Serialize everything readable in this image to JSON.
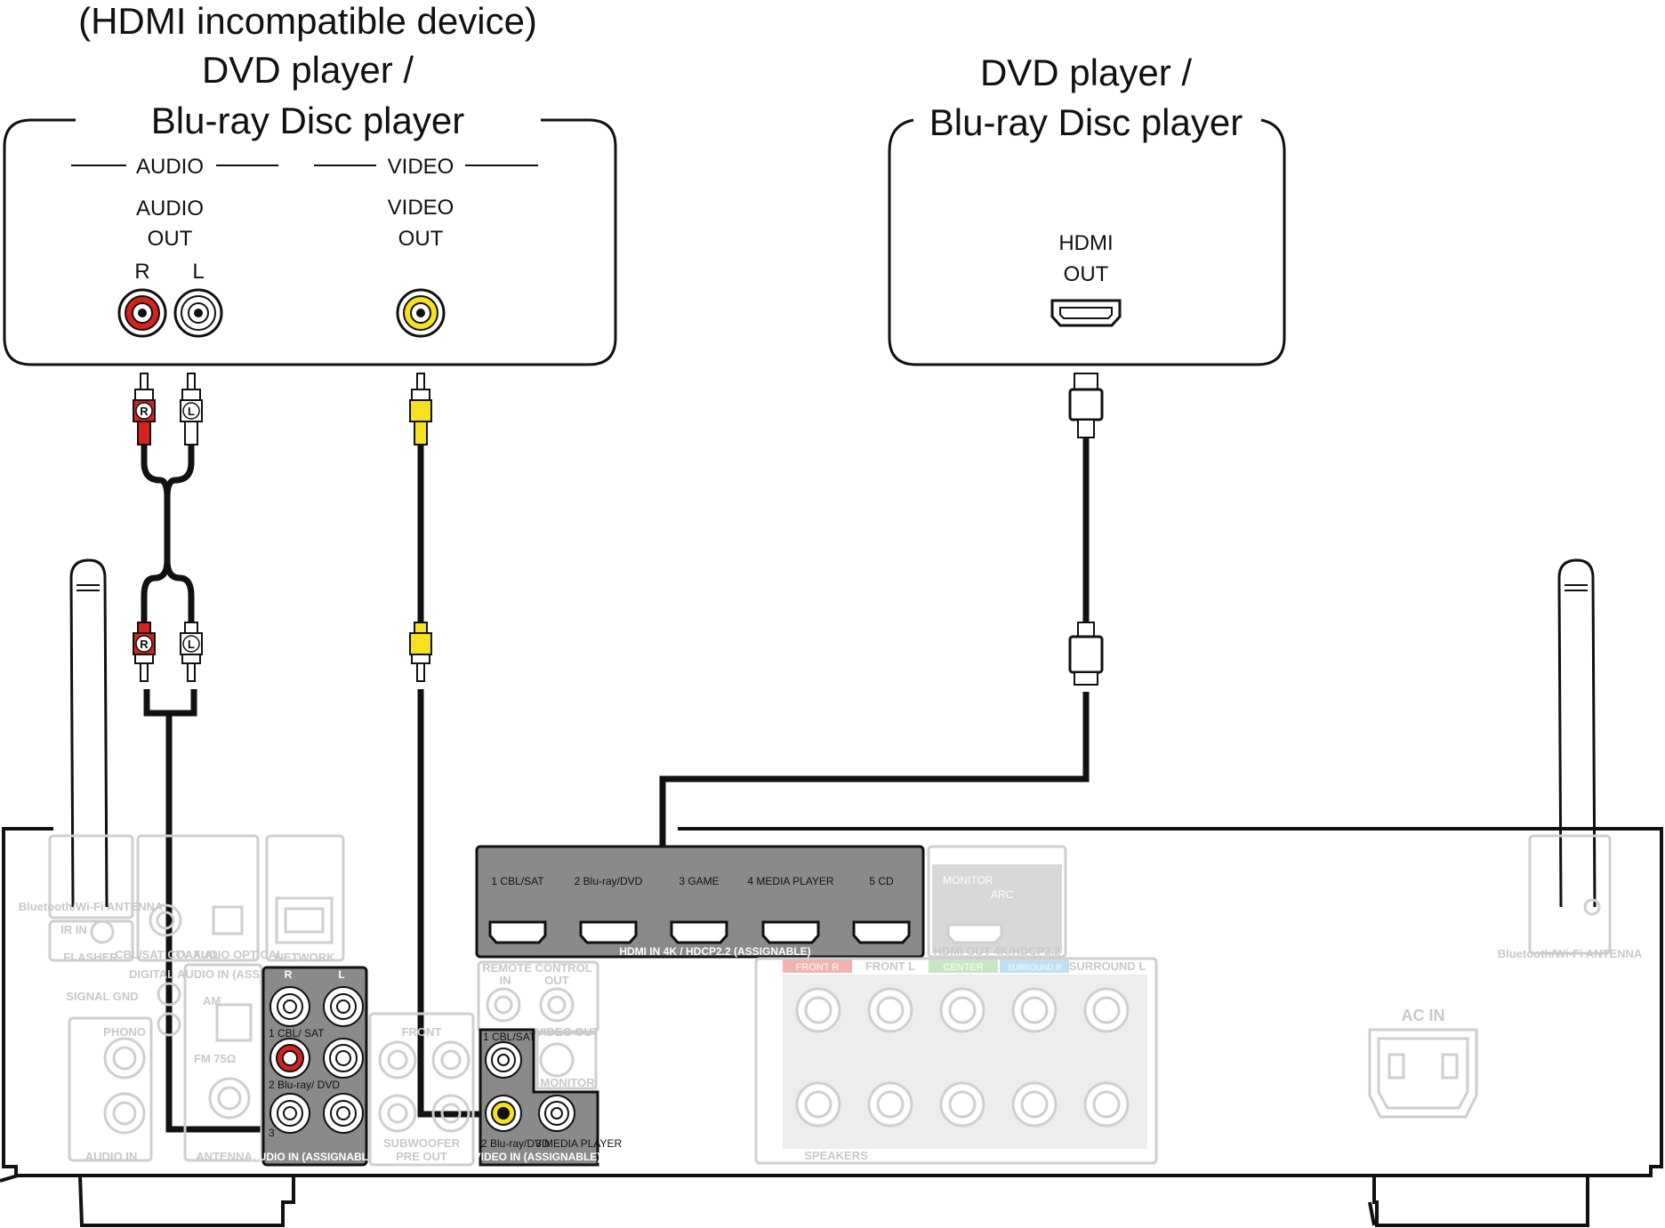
{
  "left_device": {
    "title_line1": "(HDMI incompatible device)",
    "title_line2": "DVD player /",
    "title_line3": "Blu-ray Disc player",
    "audio_group": "AUDIO",
    "video_group": "VIDEO",
    "audio_out_line1": "AUDIO",
    "audio_out_line2": "OUT",
    "video_out_line1": "VIDEO",
    "video_out_line2": "OUT",
    "r_label": "R",
    "l_label": "L"
  },
  "right_device": {
    "title_line1": "DVD player /",
    "title_line2": "Blu-ray Disc player",
    "hdmi_line1": "HDMI",
    "hdmi_line2": "OUT"
  },
  "plugs": {
    "r": "R",
    "l": "L"
  },
  "receiver": {
    "bt_antenna_left": "Bluetooth/Wi-Fi ANTENNA",
    "ir_in": "IR IN",
    "flasher": "FLASHER",
    "coaxial": "CBL/SAT COAXIAL",
    "optical": "TV AUDIO OPTICAL",
    "network": "NETWORK",
    "digital_audio_in": "DIGITAL AUDIO IN (ASSIGNABLE)",
    "am": "AM",
    "fm": "FM 75Ω",
    "signal_gnd": "SIGNAL GND",
    "phono": "PHONO",
    "audio_in": "AUDIO IN",
    "antenna": "ANTENNA",
    "audio_in_assignable": "AUDIO IN (ASSIGNABLE)",
    "audio_r": "R",
    "audio_l": "L",
    "audio_row1": "1 CBL/ SAT",
    "audio_row2": "2 Blu-ray/ DVD",
    "audio_row3": "3",
    "pre_out": "PRE OUT",
    "front": "FRONT",
    "subwoofer": "SUBWOOFER",
    "remote_control": "REMOTE CONTROL",
    "rc_in": "IN",
    "rc_out": "OUT",
    "video_out": "VIDEO OUT",
    "monitor": "MONITOR",
    "video_in_cbl": "1 CBL/SAT",
    "video_in_bd": "2 Blu-ray/DVD",
    "video_in_mp": "3 MEDIA PLAYER",
    "video_in_assignable": "VIDEO IN (ASSIGNABLE)",
    "hdmi_in_1": "1 CBL/SAT",
    "hdmi_in_2": "2 Blu-ray/DVD",
    "hdmi_in_3": "3 GAME",
    "hdmi_in_4": "4 MEDIA PLAYER",
    "hdmi_in_5": "5 CD",
    "hdmi_in_label": "HDMI IN 4K / HDCP2.2 (ASSIGNABLE)",
    "hdmi_out_monitor": "MONITOR",
    "hdmi_out_arc": "ARC",
    "hdmi_out_label": "HDMI OUT 4K/HDCP2.2",
    "speakers_front_r": "FRONT R",
    "speakers_front_l": "FRONT L",
    "speakers_center": "CENTER",
    "speakers_surround_r": "SURROUND R",
    "speakers_surround_l": "SURROUND L",
    "speakers": "SPEAKERS",
    "ac_in": "AC IN",
    "bt_antenna_right": "Bluetooth/Wi-Fi ANTENNA"
  },
  "colors": {
    "red_jack": "#d6221e",
    "yellow_jack": "#f5e021",
    "line": "#000000",
    "panel_grey": "#8a8a8a",
    "faint_grey": "#c9c9c9"
  }
}
